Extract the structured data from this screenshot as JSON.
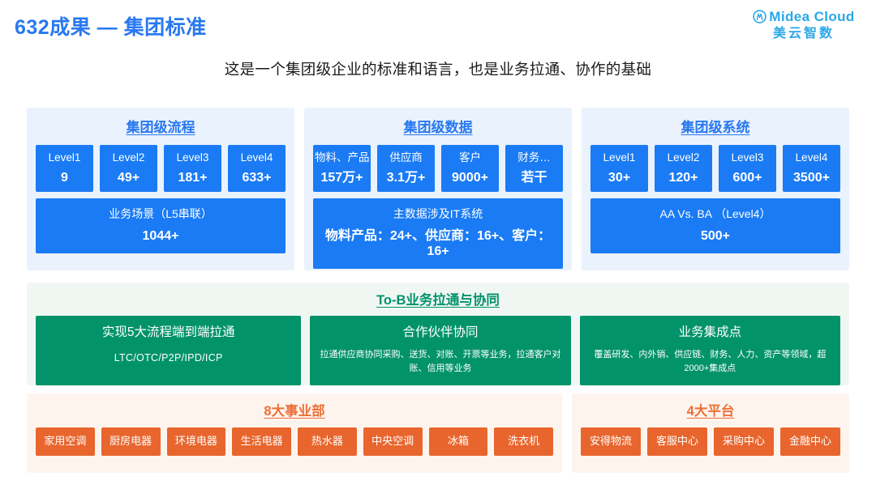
{
  "header": {
    "title": "632成果 — 集团标准",
    "logo": {
      "en": "Midea Cloud",
      "cn": "美云智数",
      "color": "#2aa7e8"
    }
  },
  "subtitle": "这是一个集团级企业的标准和语言，也是业务拉通、协作的基础",
  "colors": {
    "title_blue": "#2878f0",
    "box_blue": "#1a7bf5",
    "panel_blue_bg": "#eaf2fd",
    "green": "#03936a",
    "panel_green_bg": "#f0f7f3",
    "orange": "#e8662e",
    "orange_title": "#ec7037",
    "panel_orange_bg": "#fef4ee"
  },
  "panels": {
    "process": {
      "title": "集团级流程",
      "boxes": [
        {
          "label": "Level1",
          "value": "9"
        },
        {
          "label": "Level2",
          "value": "49+"
        },
        {
          "label": "Level3",
          "value": "181+"
        },
        {
          "label": "Level4",
          "value": "633+"
        }
      ],
      "wide": {
        "label": "业务场景（L5串联）",
        "value": "1044+"
      }
    },
    "data": {
      "title": "集团级数据",
      "boxes": [
        {
          "label": "物料、产品",
          "value": "157万+"
        },
        {
          "label": "供应商",
          "value": "3.1万+"
        },
        {
          "label": "客户",
          "value": "9000+"
        },
        {
          "label": "财务…",
          "value": "若干"
        }
      ],
      "wide": {
        "label": "主数据涉及IT系统",
        "value": "物料产品：24+、供应商：16+、客户：16+"
      }
    },
    "system": {
      "title": "集团级系统",
      "boxes": [
        {
          "label": "Level1",
          "value": "30+"
        },
        {
          "label": "Level2",
          "value": "120+"
        },
        {
          "label": "Level3",
          "value": "600+"
        },
        {
          "label": "Level4",
          "value": "3500+"
        }
      ],
      "wide": {
        "label": "AA Vs. BA （Level4）",
        "value": "500+"
      }
    },
    "tob": {
      "title": "To-B业务拉通与协同",
      "cards": [
        {
          "title": "实现5大流程端到端拉通",
          "sub": "LTC/OTC/P2P/IPD/ICP"
        },
        {
          "title": "合作伙伴协同",
          "sub": "拉通供应商协同采购、送货、对账、开票等业务，拉通客户对账、信用等业务"
        },
        {
          "title": "业务集成点",
          "sub": "覆盖研发、内外销、供应链、财务、人力、资产等领域，超2000+集成点"
        }
      ]
    },
    "divisions": {
      "title": "8大事业部",
      "tags": [
        "家用空调",
        "厨房电器",
        "环境电器",
        "生活电器",
        "热水器",
        "中央空调",
        "冰箱",
        "洗衣机"
      ]
    },
    "platforms": {
      "title": "4大平台",
      "tags": [
        "安得物流",
        "客服中心",
        "采购中心",
        "金融中心"
      ]
    }
  }
}
